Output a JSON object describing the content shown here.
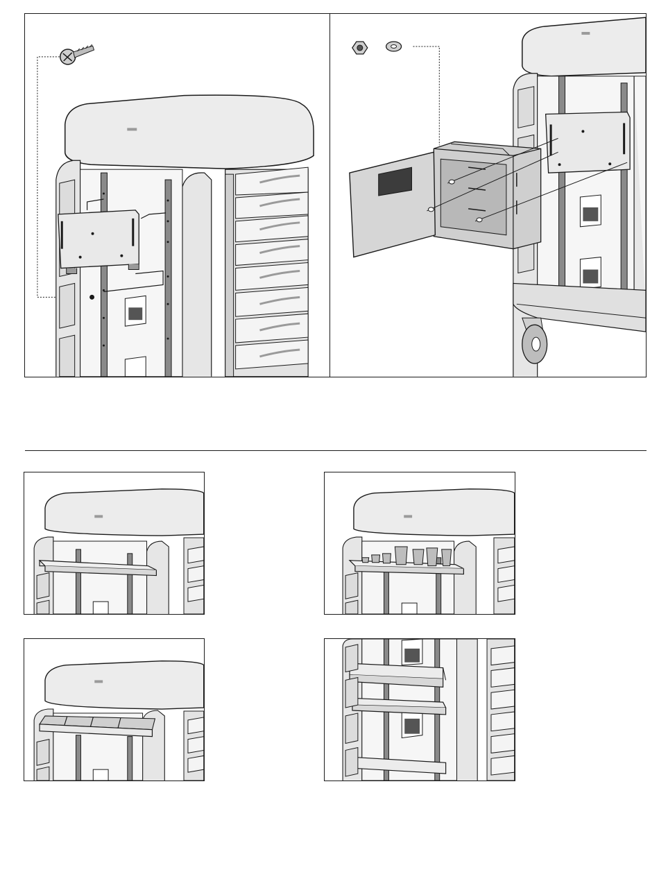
{
  "document": {
    "type": "assembly-illustrations",
    "panels": [
      {
        "id": "p1",
        "subject": "mounting-bracket-screw"
      },
      {
        "id": "p2",
        "subject": "accessory-bin-with-nut-washer"
      },
      {
        "id": "p3",
        "subject": "open-shelf"
      },
      {
        "id": "p4",
        "subject": "cup-holder-shelf"
      },
      {
        "id": "p5",
        "subject": "divided-tray"
      },
      {
        "id": "p6",
        "subject": "double-shelf-rails"
      }
    ]
  },
  "colors": {
    "line": "#1a1a1a",
    "cart_light": "#ececec",
    "cart_mid": "#cfcfcf",
    "cart_dark": "#9a9a9a",
    "rail": "#8a8a8a",
    "bin_inner": "#b8b8b8",
    "window": "#3c3c3c"
  }
}
